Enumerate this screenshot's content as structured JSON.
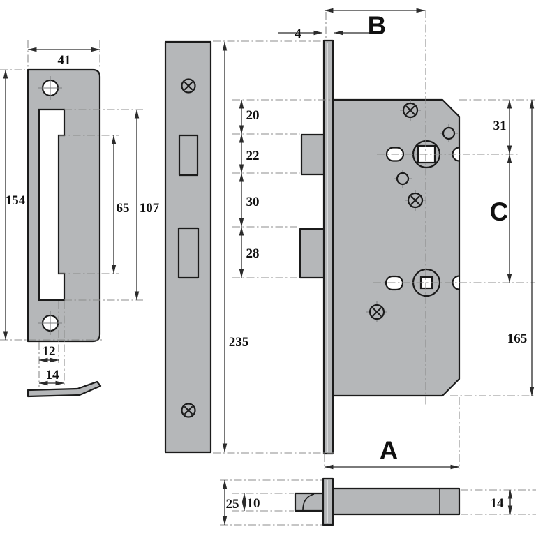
{
  "diagram_type": "mortice-bathroom-lock-technical-drawing",
  "units_note": "",
  "colors": {
    "metal_fill": "#b5b7b9",
    "outline": "#1b1b1b",
    "dimension_line": "#2b2b2b",
    "center_line": "#8c8c8c",
    "hole_fill": "#ffffff",
    "background": "#ffffff"
  },
  "labels": {
    "strike": {
      "width": "41",
      "height": "154",
      "slot_inner": "65",
      "slot_outer": "107",
      "slot_narrow_width": "12",
      "slot_wide_width": "14"
    },
    "faceplate": {
      "length": "235",
      "top_to_latch": "20",
      "latch_opening": "22",
      "latch_to_deadbolt": "30",
      "deadbolt_opening": "28"
    },
    "lock": {
      "forend_thickness": "4",
      "backset": "B",
      "top_to_spindle": "31",
      "spindle_to_deadbolt_spindle": "C",
      "case_height": "165",
      "case_depth": "A"
    },
    "side": {
      "forend_width": "25",
      "latch_thickness": "10",
      "case_thickness": "14"
    }
  }
}
